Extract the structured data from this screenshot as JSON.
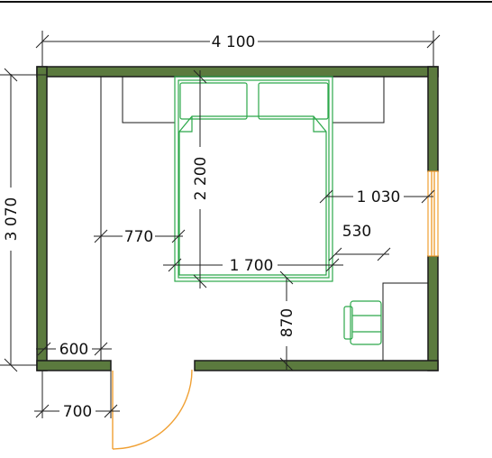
{
  "dimensions": {
    "room_width": "4 100",
    "room_length": "3 070",
    "bed_length": "2 200",
    "bed_width": "1 700",
    "bed_to_wall_right": "1 030",
    "bed_to_wall_left": "770",
    "bed_to_wall_bottom": "870",
    "chair_offset": "530",
    "wardrobe_depth": "600",
    "door_offset": "700"
  },
  "colors": {
    "wall": "#5b7a3e",
    "bed": "#2ca84a",
    "door": "#f0a033",
    "dimension": "#222222"
  }
}
